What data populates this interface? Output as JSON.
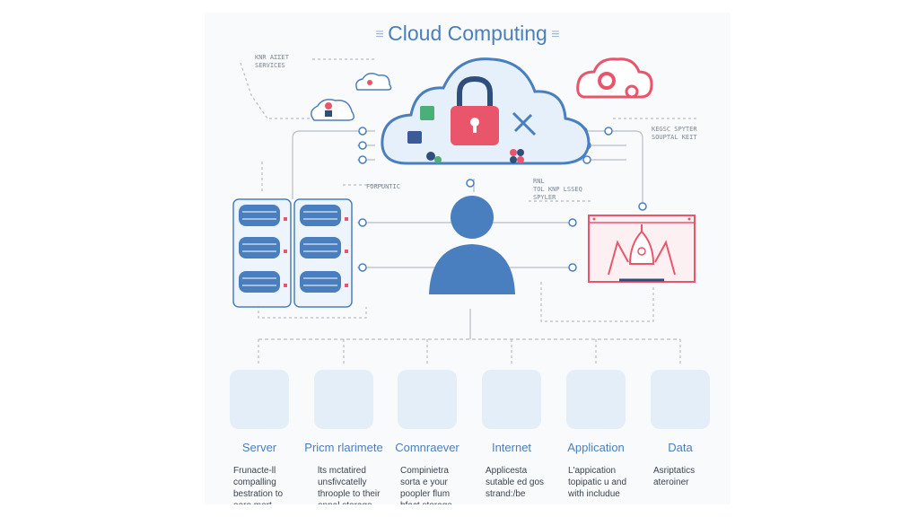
{
  "title": "Cloud Computing",
  "top_left_note": "KNR ΑΣΣΕΤ\nSERVICES",
  "top_right_note": "KEGSC SPYTER\nSOUPTAL KEIT",
  "mid_left_note": "FORPUNTIC",
  "mid_right_note": "RNL\nTOL KNP LSSEQ\nSPYLER",
  "colors": {
    "primary_blue": "#4a7fbf",
    "accent_pink": "#e9566b",
    "tile_bg": "#e4eef8",
    "cloud_fill": "#e6f0fa",
    "line_gray": "#b6bec8"
  },
  "icons": [
    "lock-icon",
    "user-icon",
    "server-rack-icon",
    "gear-cloud-icon",
    "rocket-monitor-icon",
    "monitor-icon",
    "browser-icon",
    "team-icon",
    "network-icon",
    "document-chat-icon",
    "question-cloud-icon"
  ],
  "categories": [
    {
      "label": "Server",
      "icon": "monitor-icon",
      "desc": "Frunacte-ll\ncompalling\nbestration to\nooro mort"
    },
    {
      "label": "Pricm rlarimete",
      "icon": "browser-icon",
      "desc": "lts mctatired\nunsfivcatelly\nthroople to their\nonnal storage"
    },
    {
      "label": "Comnraever",
      "icon": "team-icon",
      "desc": "Compinietra\nsorta e your\npoopler flum\nbfact storage"
    },
    {
      "label": "Internet",
      "icon": "network-icon",
      "desc": "Applicesta\nsutable ed gos\nstrand:/be"
    },
    {
      "label": "Application",
      "icon": "document-chat-icon",
      "desc": "L'appication\ntopipatic u and\nwith includue"
    },
    {
      "label": "Data",
      "icon": "question-cloud-icon",
      "desc": "Asriptatics\nateroiner"
    }
  ]
}
